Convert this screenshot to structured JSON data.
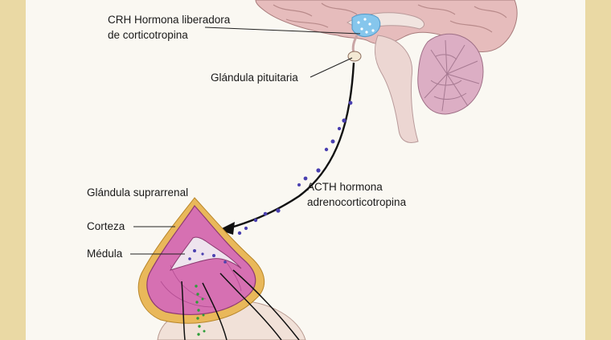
{
  "labels": {
    "crh_line1": "CRH Hormona liberadora",
    "crh_line2": "de corticotropina",
    "pituitary": "Glándula pituitaria",
    "adrenal": "Glándula suprarrenal",
    "acth_line1": "ACTH hormona",
    "acth_line2": "adrenocorticotropina",
    "cortex": "Corteza",
    "medulla": "Médula"
  },
  "colors": {
    "frame": "#ead9a4",
    "panel": "#faf8f2",
    "brain": "#e6bcbc",
    "cerebellum": "#dcaec4",
    "hypothalamus": "#86c6ec",
    "adrenal_cortex": "#d670b2",
    "adrenal_capsule": "#e9b85a",
    "medulla": "#eee4ee",
    "hormone_dots": "#4a40b0",
    "secretion_dots": "#2e9e3a"
  }
}
